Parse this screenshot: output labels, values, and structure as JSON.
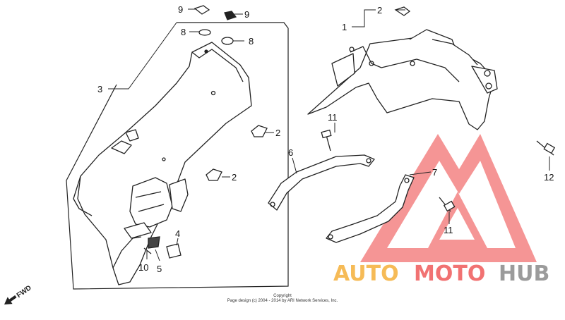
{
  "callouts": {
    "c1": "1",
    "c2a": "2",
    "c2b": "2",
    "c2c": "2",
    "c3": "3",
    "c4": "4",
    "c5": "5",
    "c6": "6",
    "c7": "7",
    "c8a": "8",
    "c8b": "8",
    "c9a": "9",
    "c9b": "9",
    "c10": "10",
    "c11a": "11",
    "c11b": "11",
    "c12": "12"
  },
  "direction_label": "FWD",
  "copyright": {
    "line1": "Copyright",
    "line2": "Page design (c) 2004 - 2014 by ARI Network Services, Inc."
  },
  "watermark": {
    "part1": "AUTO",
    "part2": "MOTO",
    "part3": "HUB",
    "color_orange": "#f5b03a",
    "color_red": "#ef5a5a",
    "color_gray": "#8a8a8a"
  }
}
